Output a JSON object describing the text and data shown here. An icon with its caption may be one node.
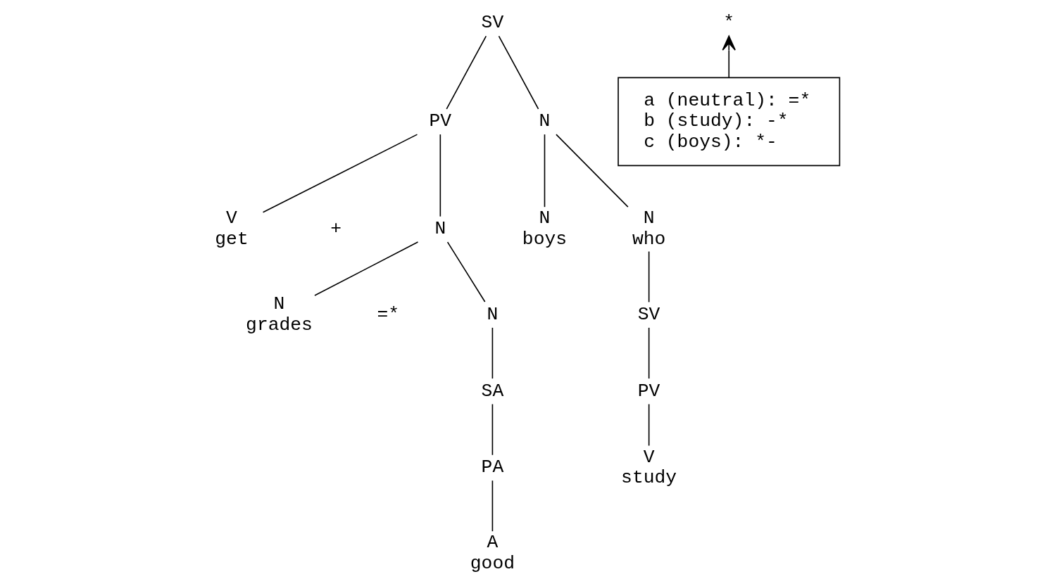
{
  "diagram": {
    "nodes": [
      {
        "text": [
          "SV"
        ]
      },
      {
        "text": [
          "PV"
        ]
      },
      {
        "text": [
          "N"
        ]
      },
      {
        "text": [
          "SV"
        ]
      },
      {
        "text": [
          "V",
          "get"
        ]
      },
      {
        "text": [
          "N"
        ]
      },
      {
        "text": [
          "N",
          "boys"
        ]
      },
      {
        "text": [
          "*"
        ]
      },
      {
        "text": [
          "N",
          "who"
        ]
      },
      {
        "text": [
          "PV"
        ]
      },
      {
        "text": [
          "N",
          "grades"
        ]
      },
      {
        "text": [
          "N"
        ]
      },
      {
        "text": [
          "SA"
        ]
      },
      {
        "text": [
          "PA"
        ]
      },
      {
        "text": [
          "V",
          "study"
        ]
      },
      {
        "text": [
          "A",
          "good"
        ]
      },
      {
        "text": [
          "a (neutral): =*",
          "b (study): -*",
          "c (boys): *-"
        ]
      }
    ],
    "edges": [
      {
        "from": 0,
        "to": 1,
        "arrow": "none"
      },
      {
        "from": 0,
        "to": 2,
        "arrow": "none"
      },
      {
        "from": 1,
        "to": 4,
        "arrow": "none"
      },
      {
        "from": 1,
        "to": 5,
        "arrow": "none"
      },
      {
        "from": 2,
        "to": 6,
        "arrow": "none"
      },
      {
        "from": 2,
        "to": 8,
        "arrow": "none"
      },
      {
        "from": 8,
        "to": 3,
        "arrow": "none"
      },
      {
        "from": 3,
        "to": 9,
        "arrow": "none"
      },
      {
        "from": 9,
        "to": 14,
        "arrow": "none"
      },
      {
        "from": 5,
        "to": 10,
        "arrow": "none"
      },
      {
        "from": 5,
        "to": 11,
        "arrow": "none"
      },
      {
        "from": 11,
        "to": 12,
        "arrow": "none"
      },
      {
        "from": 12,
        "to": 13,
        "arrow": "none"
      },
      {
        "from": 13,
        "to": 15,
        "arrow": "none"
      },
      {
        "from": 16,
        "to": 7,
        "arrow": "to"
      }
    ],
    "labels": [
      "+",
      "=*"
    ]
  }
}
